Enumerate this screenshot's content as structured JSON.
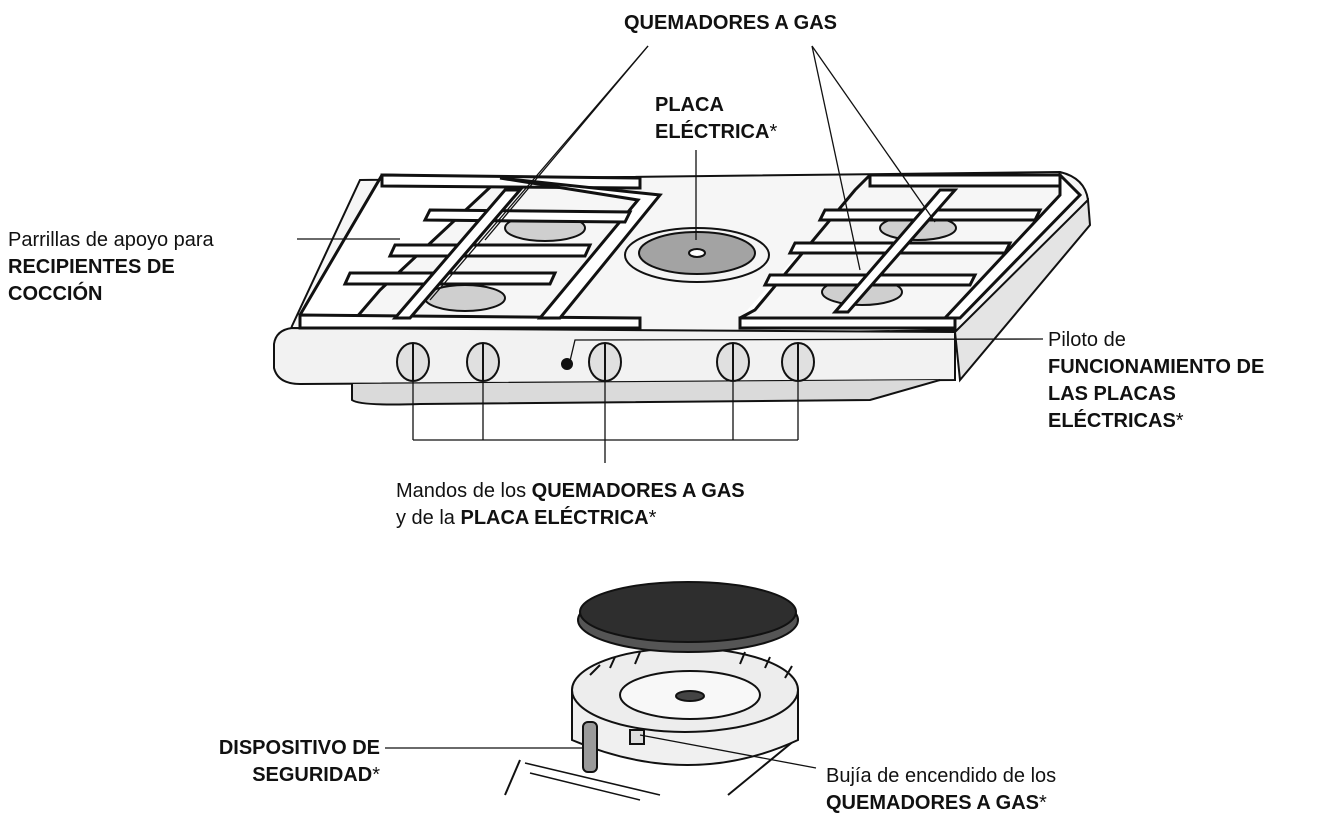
{
  "labels": {
    "gas_burners_top": "QUEMADORES A GAS",
    "electric_plate_1": "PLACA",
    "electric_plate_2": "ELÉCTRICA",
    "asterisk": "*",
    "grids_1": "Parrillas de apoyo para",
    "grids_2": "RECIPIENTES DE",
    "grids_3": "COCCIÓN",
    "pilot_1": "Piloto de",
    "pilot_2": "FUNCIONAMIENTO DE",
    "pilot_3": "LAS PLACAS",
    "pilot_4": "ELÉCTRICAS",
    "knobs_1a": "Mandos de los ",
    "knobs_1b": "QUEMADORES A GAS",
    "knobs_2a": "y de la ",
    "knobs_2b": "PLACA ELÉCTRICA",
    "safety_1": "DISPOSITIVO DE",
    "safety_2": "SEGURIDAD",
    "spark_1": "Bujía de encendido de los",
    "spark_2": "QUEMADORES A GAS"
  },
  "colors": {
    "line": "#111111",
    "grate": "#ffffff",
    "steel": "#efefef",
    "hotplate": "#9a9a9a",
    "burner_cap": "#3a3a3a"
  }
}
